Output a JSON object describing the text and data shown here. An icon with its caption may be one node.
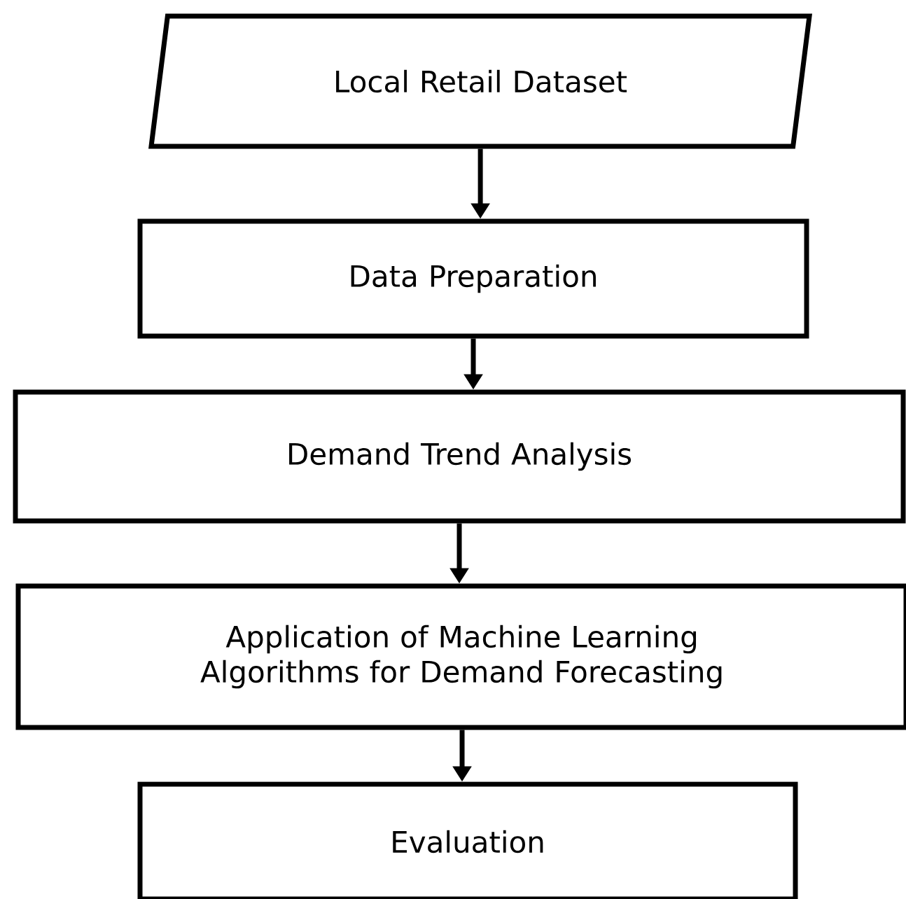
{
  "diagram": {
    "nodes": [
      {
        "text": [
          "Local Retail Dataset"
        ]
      },
      {
        "text": [
          "Data Preparation"
        ]
      },
      {
        "text": [
          "Demand Trend Analysis"
        ]
      },
      {
        "text": [
          "Application of Machine Learning Algorithms for Demand Forecasting"
        ]
      },
      {
        "text": [
          "Evaluation"
        ]
      }
    ],
    "edges": [
      {
        "from": 0,
        "to": 1,
        "arrow": "to"
      },
      {
        "from": 1,
        "to": 2,
        "arrow": "to"
      },
      {
        "from": 2,
        "to": 3,
        "arrow": "to"
      },
      {
        "from": 3,
        "to": 4,
        "arrow": "to"
      }
    ]
  }
}
